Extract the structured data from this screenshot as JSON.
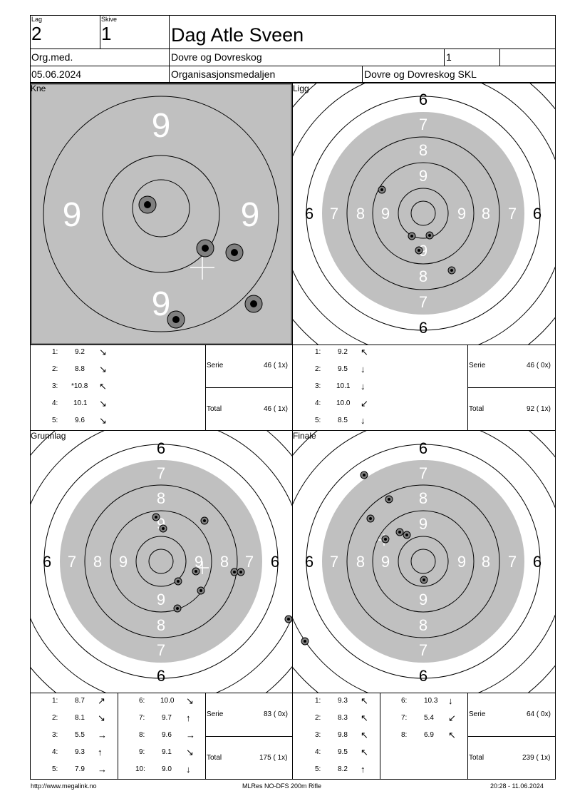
{
  "header": {
    "lag_label": "Lag",
    "lag_value": "2",
    "skive_label": "Skive",
    "skive_value": "1",
    "name": "Dag Atle Sveen",
    "class": "Org.med.",
    "club": "Dovre og Dovreskog",
    "rank": "1",
    "date": "05.06.2024",
    "event": "Organisasjonsmedaljen",
    "host": "Dovre og Dovreskog SKL"
  },
  "panels": {
    "kne": {
      "label": "Kne",
      "shots": [
        {
          "n": "1:",
          "v": "9.2",
          "arrow": "↘"
        },
        {
          "n": "2:",
          "v": "8.8",
          "arrow": "↘"
        },
        {
          "n": "3:",
          "v": "*10.8",
          "arrow": "↖"
        },
        {
          "n": "4:",
          "v": "10.1",
          "arrow": "↘"
        },
        {
          "n": "5:",
          "v": "9.6",
          "arrow": "↘"
        }
      ],
      "serie_label": "Serie",
      "serie_value": "46 ( 1x)",
      "total_label": "Total",
      "total_value": "46 ( 1x)"
    },
    "ligg": {
      "label": "Ligg",
      "shots": [
        {
          "n": "1:",
          "v": "9.2",
          "arrow": "↖"
        },
        {
          "n": "2:",
          "v": "9.5",
          "arrow": "↓"
        },
        {
          "n": "3:",
          "v": "10.1",
          "arrow": "↓"
        },
        {
          "n": "4:",
          "v": "10.0",
          "arrow": "↙"
        },
        {
          "n": "5:",
          "v": "8.5",
          "arrow": "↓"
        }
      ],
      "serie_label": "Serie",
      "serie_value": "46 ( 0x)",
      "total_label": "Total",
      "total_value": "92 ( 1x)"
    },
    "grunnlag": {
      "label": "Grunnlag",
      "shots": [
        {
          "n": "1:",
          "v": "8.7",
          "arrow": "↗"
        },
        {
          "n": "2:",
          "v": "8.1",
          "arrow": "↘"
        },
        {
          "n": "3:",
          "v": "5.5",
          "arrow": "→"
        },
        {
          "n": "4:",
          "v": "9.3",
          "arrow": "↑"
        },
        {
          "n": "5:",
          "v": "7.9",
          "arrow": "→"
        },
        {
          "n": "6:",
          "v": "10.0",
          "arrow": "↘"
        },
        {
          "n": "7:",
          "v": "9.7",
          "arrow": "↑"
        },
        {
          "n": "8:",
          "v": "9.6",
          "arrow": "→"
        },
        {
          "n": "9:",
          "v": "9.1",
          "arrow": "↘"
        },
        {
          "n": "10:",
          "v": "9.0",
          "arrow": "↓"
        }
      ],
      "serie_label": "Serie",
      "serie_value": "83 ( 0x)",
      "total_label": "Total",
      "total_value": "175 ( 1x)"
    },
    "finale": {
      "label": "Finale",
      "shots": [
        {
          "n": "1:",
          "v": "9.3",
          "arrow": "↖"
        },
        {
          "n": "2:",
          "v": "8.3",
          "arrow": "↖"
        },
        {
          "n": "3:",
          "v": "9.8",
          "arrow": "↖"
        },
        {
          "n": "4:",
          "v": "9.5",
          "arrow": "↖"
        },
        {
          "n": "5:",
          "v": "8.2",
          "arrow": "↑"
        },
        {
          "n": "6:",
          "v": "10.3",
          "arrow": "↓"
        },
        {
          "n": "7:",
          "v": "5.4",
          "arrow": "↙"
        },
        {
          "n": "8:",
          "v": "6.9",
          "arrow": "↖"
        }
      ],
      "serie_label": "Serie",
      "serie_value": "64 ( 0x)",
      "total_label": "Total",
      "total_value": "239 ( 1x)"
    }
  },
  "ring_numbers": {
    "six": "6",
    "seven": "7",
    "eight": "8",
    "nine": "9"
  },
  "footer": {
    "url": "http://www.megalink.no",
    "system": "MLRes NO-DFS 200m Rifle",
    "timestamp": "20:28 - 11.06.2024"
  },
  "colors": {
    "target_gray": "#c0c0c0",
    "shot_ring": "#808080"
  }
}
